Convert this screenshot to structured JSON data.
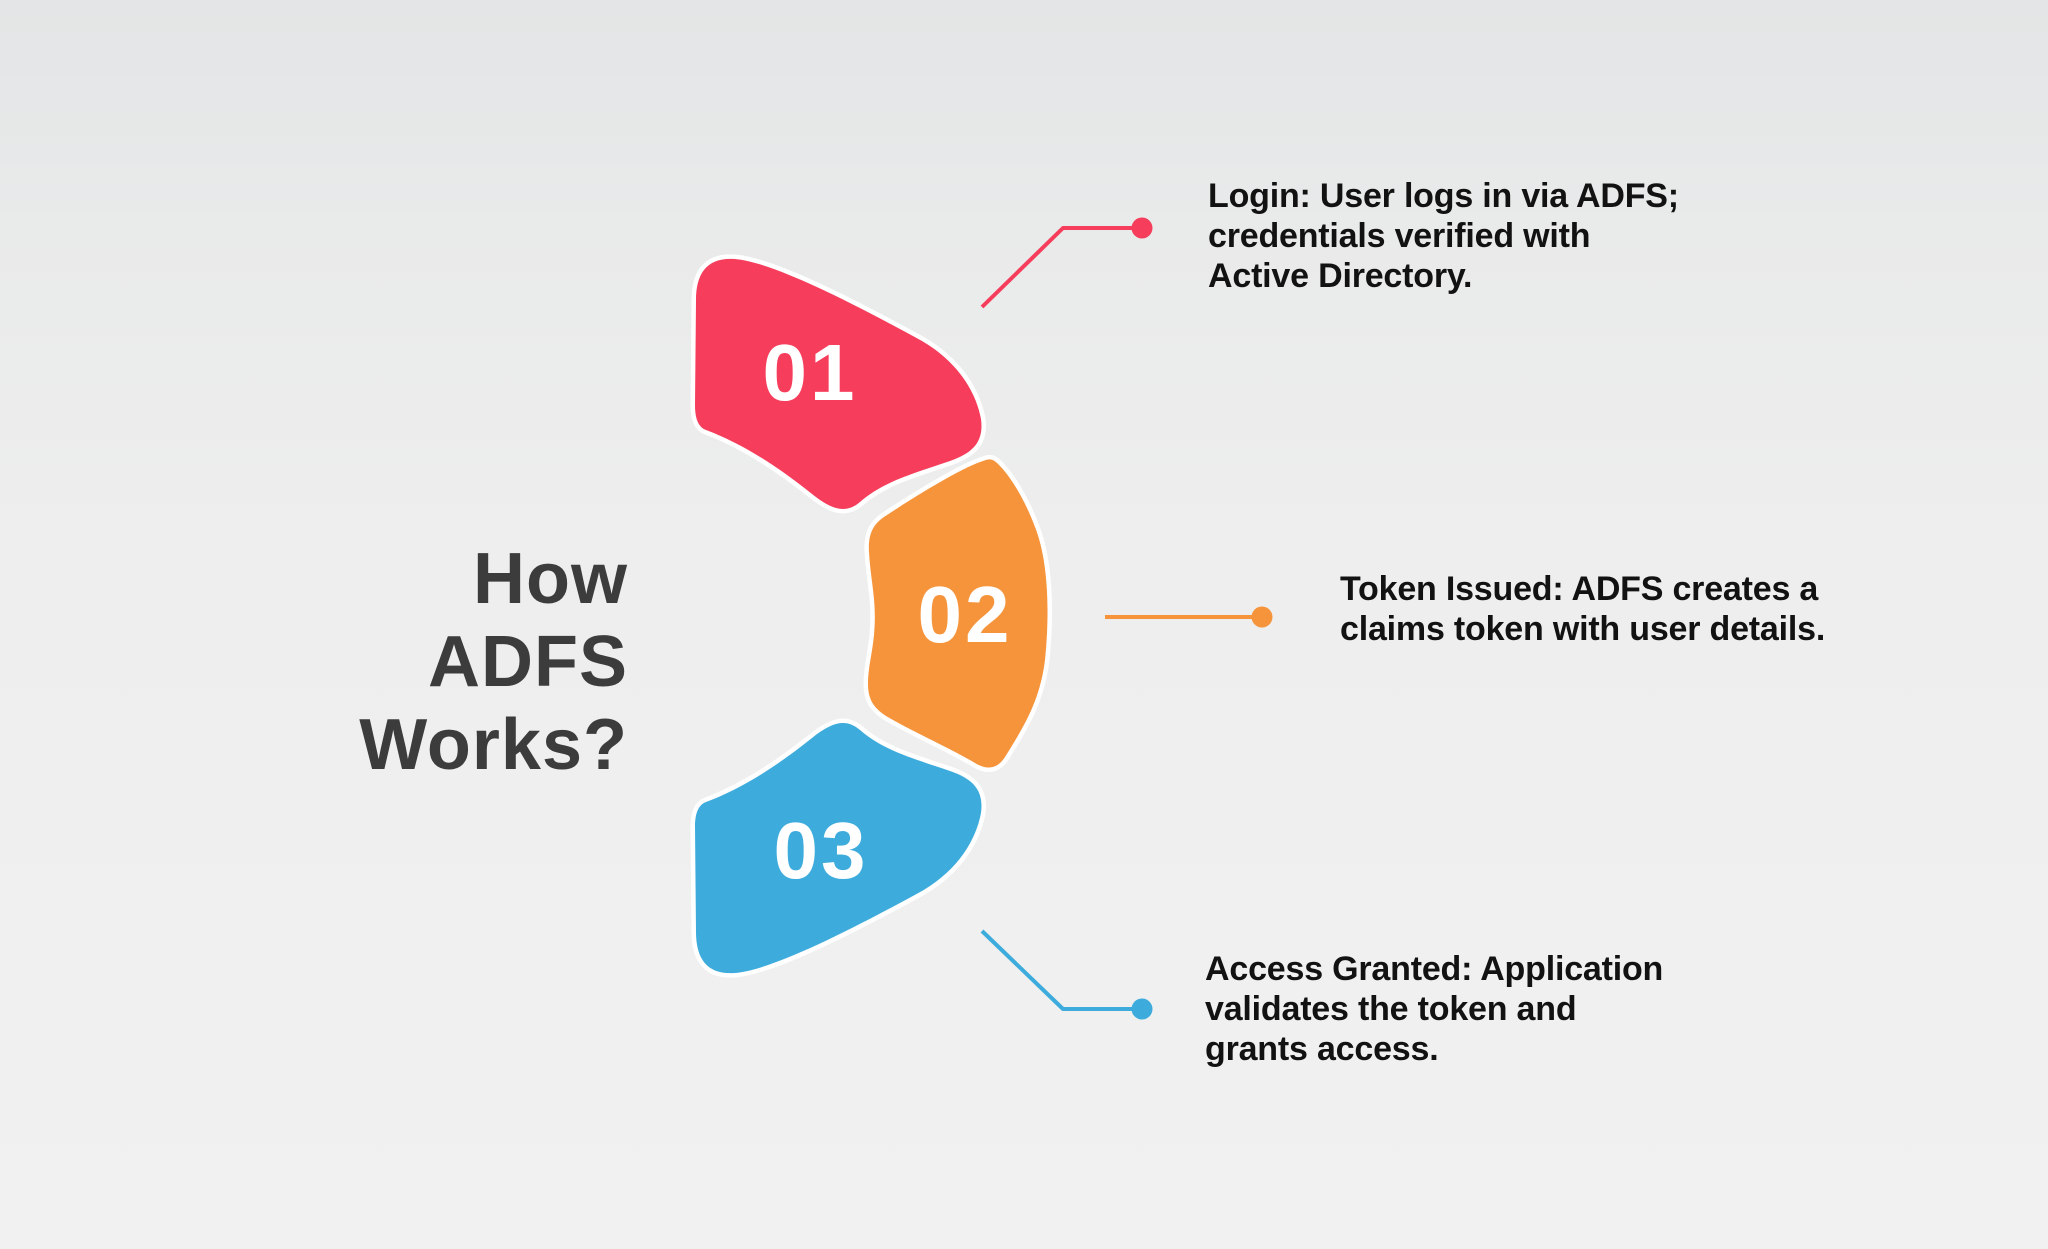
{
  "title": {
    "line1": "How",
    "line2": "ADFS Works?"
  },
  "steps": [
    {
      "number": "01",
      "color": "#f63e5c",
      "lines": [
        "Login: User logs in via ADFS;",
        "credentials verified with",
        "Active Directory."
      ]
    },
    {
      "number": "02",
      "color": "#f6943b",
      "lines": [
        "Token Issued: ADFS creates a",
        "claims token with user details."
      ]
    },
    {
      "number": "03",
      "color": "#3dacdc",
      "lines": [
        "Access Granted: Application",
        "validates the token and",
        "grants access."
      ]
    }
  ],
  "colors": {
    "background_top": "#e3e5e6",
    "background_bottom": "#f1f1f1",
    "title_text": "#3c3c3c",
    "body_text": "#121212",
    "number_text": "#ffffff",
    "blob_outline": "#ffffff"
  }
}
